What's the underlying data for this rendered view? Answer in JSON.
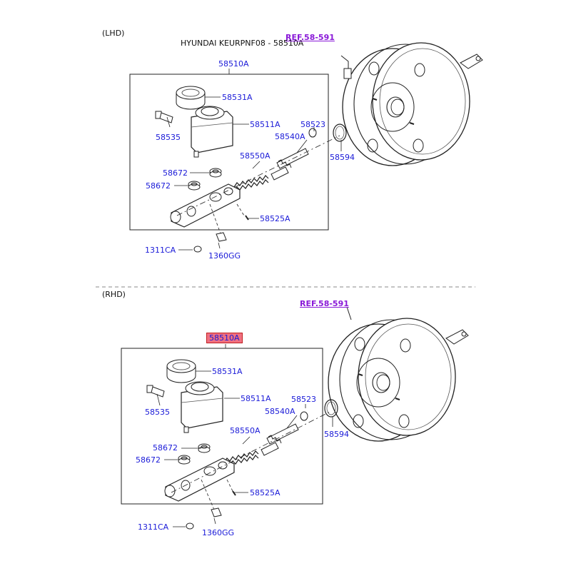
{
  "header": {
    "title": "HYUNDAI KEURPNF08 - 58510A"
  },
  "sections": {
    "lhd": {
      "label": "(LHD)",
      "ref": "REF.58-591",
      "parts": {
        "assembly": "58510A",
        "cap": "58531A",
        "reservoir": "58511A",
        "sensor": "58535",
        "seal_ring": "58523",
        "piston_a": "58540A",
        "piston_b": "58550A",
        "gasket": "58594",
        "grommet_1": "58672",
        "grommet_2": "58672",
        "pin": "58525A",
        "nut": "1311CA",
        "washer": "1360GG"
      }
    },
    "rhd": {
      "label": "(RHD)",
      "ref": "REF.58-591",
      "parts": {
        "assembly": "58510A",
        "cap": "58531A",
        "reservoir": "58511A",
        "sensor": "58535",
        "seal_ring": "58523",
        "piston_a": "58540A",
        "piston_b": "58550A",
        "gasket": "58594",
        "grommet_1": "58672",
        "grommet_2": "58672",
        "pin": "58525A",
        "nut": "1311CA",
        "washer": "1360GG"
      }
    }
  },
  "colors": {
    "label": "#1a1ad8",
    "ref": "#8a1ad8",
    "highlight": "#f07080",
    "line": "#222222"
  }
}
